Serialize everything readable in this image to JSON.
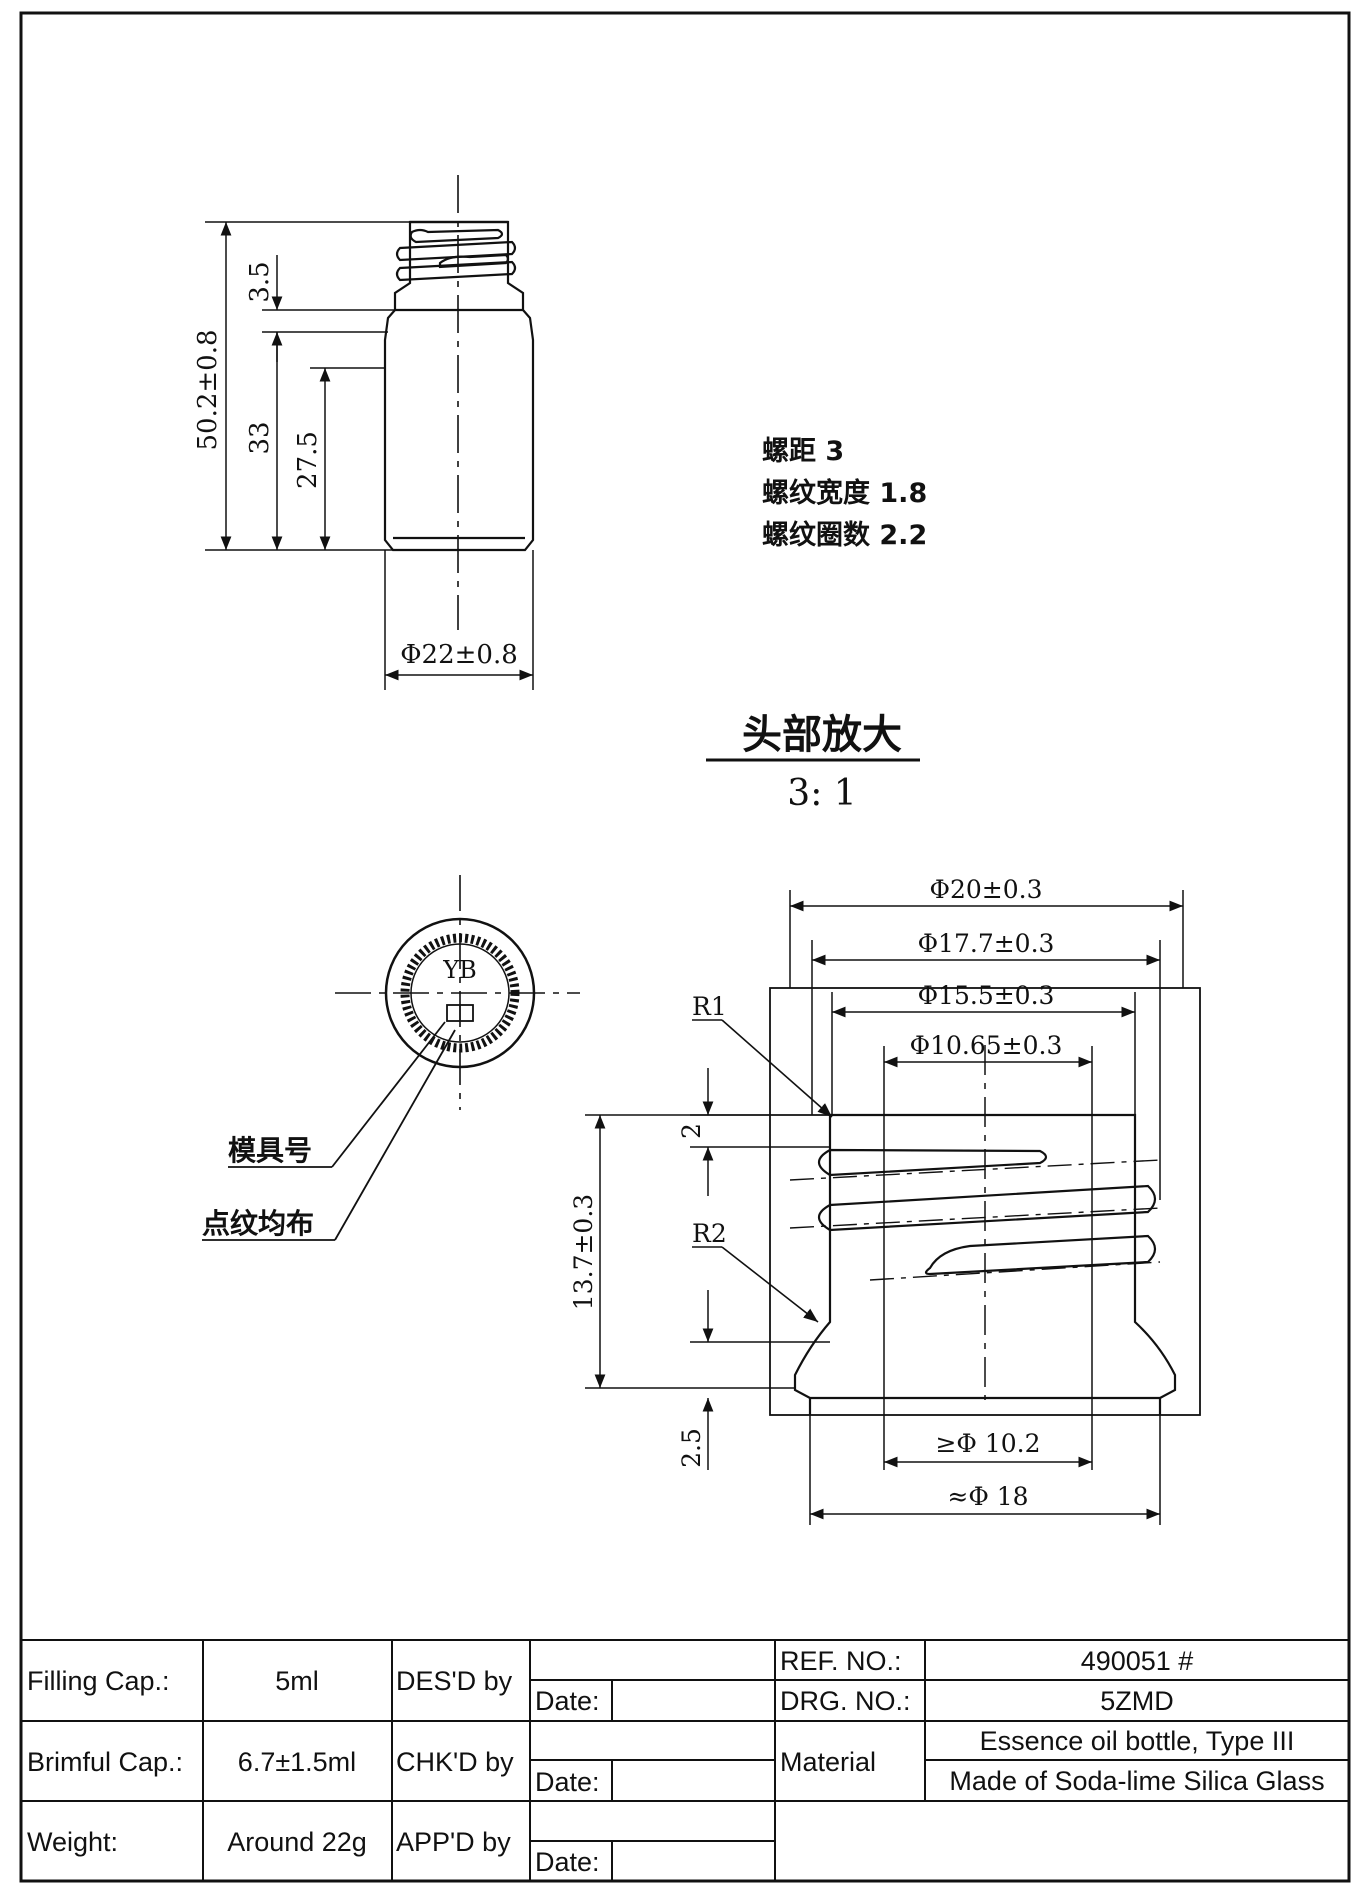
{
  "side_view": {
    "dims": {
      "total_height": "50.2±0.8",
      "neck_height": "3.5",
      "shoulder_height": "33",
      "body_height": "27.5",
      "diameter": "Φ22±0.8"
    },
    "notes": [
      "螺距 3",
      "螺纹宽度 1.8",
      "螺纹圈数 2.2"
    ]
  },
  "detail": {
    "title": "头部放大",
    "scale": "3: 1",
    "dims": {
      "d1": "Φ20±0.3",
      "d2": "Φ17.7±0.3",
      "d3": "Φ15.5±0.3",
      "d4": "Φ10.65±0.3",
      "r1": "R1",
      "r2": "R2",
      "thread_h": "2",
      "neck_h": "13.7±0.3",
      "ring_h": "2.5",
      "bore": "≥Φ 10.2",
      "outer": "≈Φ 18"
    }
  },
  "bottom_view": {
    "mold_mark": "YB",
    "labels": {
      "mold_no": "模具号",
      "dots": "点纹均布"
    }
  },
  "title_block": {
    "filling_cap_label": "Filling Cap.:",
    "filling_cap_value": "5ml",
    "brimful_cap_label": "Brimful Cap.:",
    "brimful_cap_value": "6.7±1.5ml",
    "weight_label": "Weight:",
    "weight_value": "Around 22g",
    "desd_by": "DES'D by",
    "chkd_by": "CHK'D by",
    "appd_by": "APP'D by",
    "date_label": "Date:",
    "ref_no_label": "REF. NO.:",
    "ref_no_value": "490051 #",
    "drg_no_label": "DRG. NO.:",
    "drg_no_value": "5ZMD",
    "material_label": "Material",
    "material_line1": "Essence oil bottle, Type III",
    "material_line2": "Made of Soda-lime Silica Glass"
  }
}
